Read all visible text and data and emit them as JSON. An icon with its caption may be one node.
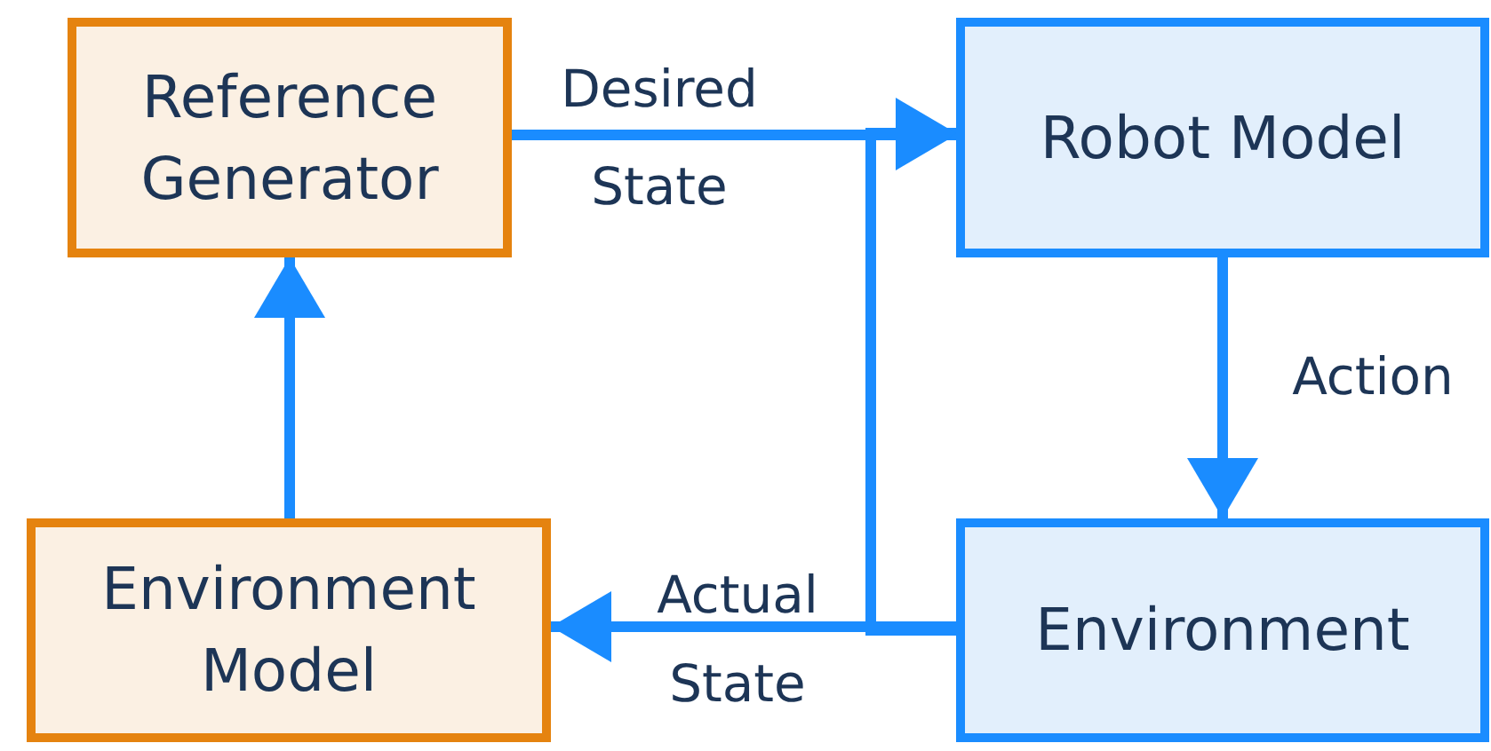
{
  "diagram": {
    "nodes": [
      {
        "text": [
          "Reference Generator"
        ]
      },
      {
        "text": [
          "Robot Model"
        ]
      },
      {
        "text": [
          "Environment Model"
        ]
      },
      {
        "text": [
          "Environment"
        ]
      }
    ],
    "edges": [
      {
        "from": 0,
        "to": 1,
        "arrow": "to",
        "label": "Desired State"
      },
      {
        "from": 1,
        "to": 3,
        "arrow": "to",
        "label": "Action"
      },
      {
        "from": 3,
        "to": 2,
        "arrow": "to",
        "label": "Actual State"
      },
      {
        "from": 2,
        "to": 0,
        "arrow": "to"
      },
      {
        "from": 3,
        "to": 1,
        "arrow": "to"
      }
    ]
  }
}
